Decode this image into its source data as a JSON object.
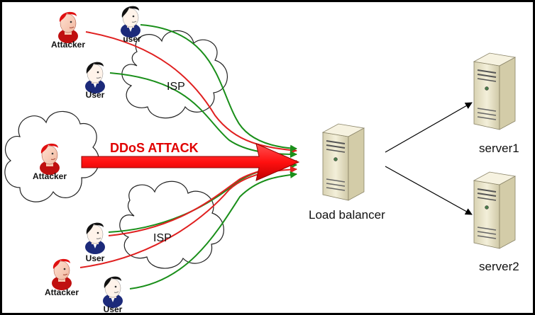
{
  "colors": {
    "attacker": "#e01010",
    "user_hair": "#111111",
    "attack_arrow": "#ff1010",
    "legit_line": "#1a8f1a",
    "attack_line": "#e02020",
    "server_body": "#ece6c8"
  },
  "labels": {
    "attacker_top": "Attacker",
    "user_top": "user",
    "user_mid": "User",
    "isp_top": "ISP",
    "ddos": "DDoS ATTACK",
    "attacker_center": "Attacker",
    "isp_bottom": "ISP",
    "user_bottom1": "User",
    "attacker_bottom": "Attacker",
    "user_bottom2": "User",
    "load_balancer": "Load balancer",
    "server1": "server1",
    "server2": "server2"
  },
  "icons": {
    "attacker": "attacker-person-icon",
    "user": "user-person-icon",
    "server": "server-tower-icon",
    "cloud": "isp-cloud-icon"
  }
}
